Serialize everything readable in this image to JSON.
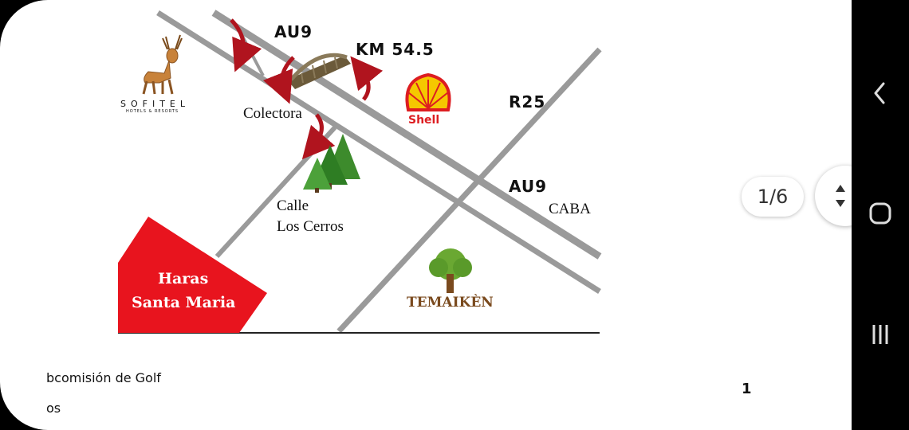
{
  "map": {
    "road_au9_top": "AU9",
    "km": "KM 54.5",
    "road_r25": "R25",
    "road_au9_mid": "AU9",
    "caba": "CABA",
    "colectora": "Colectora",
    "calle_line1": "Calle",
    "calle_line2": "Los Cerros",
    "haras_line1": "Haras",
    "haras_line2": "Santa Maria",
    "sofitel_name": "SOFITEL",
    "sofitel_sub": "HOTELS & RESORTS",
    "shell_label": "Shell",
    "temaiken": "TEMAIKÈN"
  },
  "document": {
    "text_line1": "bcomisión de Golf",
    "text_line2": "os",
    "page_number": "1"
  },
  "viewer": {
    "page_indicator": "1/6"
  },
  "colors": {
    "arrow_red": "#b0141e",
    "haras_red": "#e8141e",
    "road_gray": "#9a9a9a",
    "shell_yellow": "#f5c800",
    "shell_red": "#dd1d21"
  },
  "icons": {
    "deer": "deer-icon",
    "shell": "shell-logo-icon",
    "bridge": "bridge-icon",
    "trees": "pine-trees-icon",
    "tree": "tree-icon",
    "scroll": "up-down-arrows-icon",
    "back": "back-icon",
    "home": "home-icon",
    "recents": "recents-icon"
  }
}
